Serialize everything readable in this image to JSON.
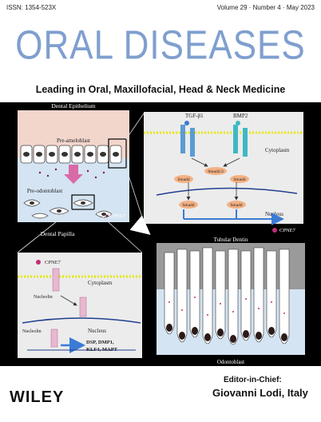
{
  "header": {
    "issn": "ISSN: 1354-523X",
    "volume_info": "Volume 29 · Number 4 · May 2023"
  },
  "journal": {
    "title": "ORAL DISEASES",
    "tagline": "Leading in Oral, Maxillofacial, Head & Neck Medicine"
  },
  "figure": {
    "dental_epithelium": "Dental Epithelium",
    "pre_ameloblast": "Pre-ameloblast",
    "pre_odontoblast": "Pre-odontoblast",
    "dental_papilla": "Dental Papilla",
    "cpne7_small": "CPNE7",
    "tgf_b1": "TGF-β1",
    "bmp2": "BMP2",
    "cytoplasm_top": "Cytoplasm",
    "smad2_3": "Smad2/3",
    "smad4_a": "Smad4",
    "smad4_b": "Smad4",
    "smad4_c": "Smad4",
    "smad4_d": "Smad4",
    "nucleus_top": "Nucleus",
    "cpne7_right": "CPNE7",
    "cpne7_lower": "CPNE7",
    "cytoplasm_lower": "Cytoplasm",
    "nucleolin_a": "Nucleolin",
    "nucleolin_b": "Nucleolin",
    "nucleus_lower": "Nucleus",
    "genes_line1": "DSP, DMP1,",
    "genes_line2": "KLF4, MAPT",
    "tubular_dentin": "Tubular Dentin",
    "odontoblast": "Odontoblast"
  },
  "footer": {
    "publisher": "WILEY",
    "editor_label": "Editor-in-Chief:",
    "editor_name": "Giovanni Lodi, Italy"
  },
  "colors": {
    "title_blue": "#7f9fcf",
    "art_background": "#000000",
    "epithelium_pink": "#f2d6cc",
    "papilla_blue": "#d4e4f2",
    "panel_gray": "#ececec",
    "arrow_blue": "#3a7bd5",
    "smad_orange": "#f4b183",
    "receptor_blue": "#5b9bd5",
    "receptor_teal": "#3fb8c4",
    "cpne7_purple": "#c0307a"
  }
}
